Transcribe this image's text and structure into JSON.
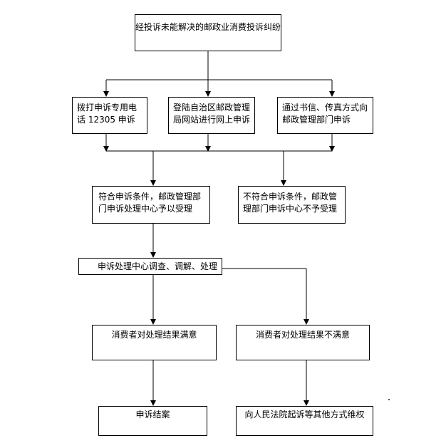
{
  "nodes": {
    "start": "经投诉未能解决的邮政业消费投诉纠纷",
    "phone": "拨打申诉专用电话 12305 申诉",
    "online": "登陆自治区邮政管理局网站进行网上申诉",
    "letter": "通过书信、传真方式向邮政管理部门申诉",
    "accepted": "符合申诉条件，邮政管理部门申诉处理中心予以受理",
    "rejected": "不符合申诉条件，邮政管理部门申诉中心不予受理",
    "process": "申诉处理中心调查、调解、处理",
    "satisfied": "消费者对处理结果满意",
    "unsatisfied": "消费者对处理结果不满意",
    "closed": "申诉结案",
    "court": "向人民法院起诉等其他方式维权"
  },
  "colors": {
    "line": "#000000",
    "box_border": "#000000",
    "text": "#000000"
  }
}
